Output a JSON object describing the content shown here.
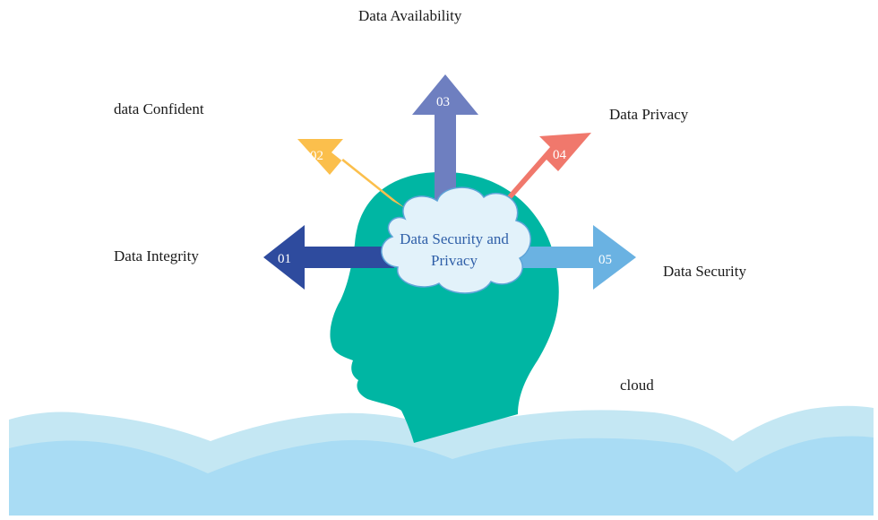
{
  "diagram": {
    "center_title_line1": "Data Security and",
    "center_title_line2": "Privacy",
    "arrows": [
      {
        "number": "01",
        "label": "Data Integrity",
        "color": "#2e4b9e"
      },
      {
        "number": "02",
        "label": "data Confident",
        "color": "#fbbf4c"
      },
      {
        "number": "03",
        "label": "Data Availability",
        "color": "#6e7fc0"
      },
      {
        "number": "04",
        "label": "Data Privacy",
        "color": "#f0786c"
      },
      {
        "number": "05",
        "label": "Data Security",
        "color": "#6ab2e2"
      }
    ],
    "footer_label": "cloud",
    "colors": {
      "head": "#00b6a3",
      "cloud_bubble": "#e2f2fa",
      "cloud_bubble_stroke": "#5fa4d8",
      "cloud_back": "#c4e7f3",
      "cloud_front": "#a9dcf4"
    }
  }
}
